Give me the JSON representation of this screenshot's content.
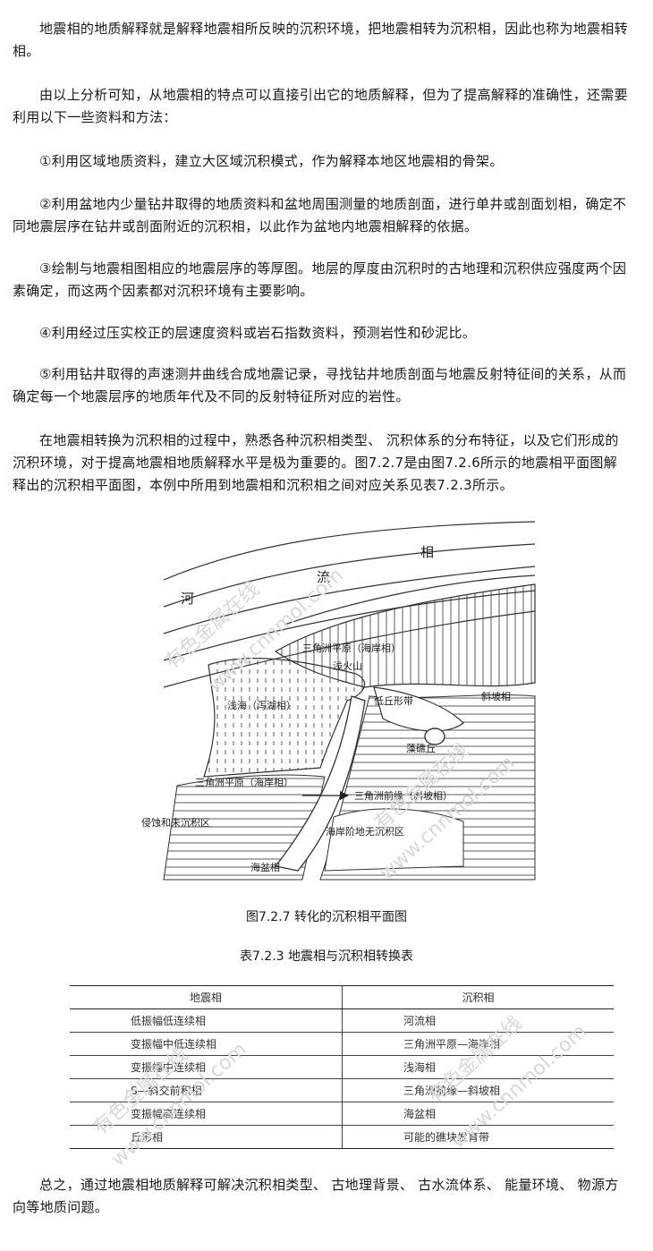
{
  "paragraphs": [
    "地震相的地质解释就是解释地震相所反映的沉积环境，把地震相转为沉积相，因此也称为地震相转相。",
    "由以上分析可知，从地震相的特点可以直接引出它的地质解释，但为了提高解释的准确性，还需要利用以下一些资料和方法：",
    "①利用区域地质资料，建立大区域沉积模式，作为解释本地区地震相的骨架。",
    "②利用盆地内少量钻井取得的地质资料和盆地周围测量的地质剖面，进行单井或剖面划相，确定不同地震层序在钻井或剖面附近的沉积相，以此作为盆地内地震相解释的依据。",
    "③绘制与地震相图相应的地震层序的等厚图。地层的厚度由沉积时的古地理和沉积供应强度两个因素确定，而这两个因素都对沉积环境有主要影响。",
    "④利用经过压实校正的层速度资料或岩石指数资料，预测岩性和砂泥比。",
    "⑤利用钻井取得的声速测井曲线合成地震记录，寻找钻井地质剖面与地震反射特征间的关系，从而确定每一个地震层序的地质年代及不同的反射特征所对应的岩性。",
    "在地震相转换为沉积相的过程中，熟悉各种沉积相类型、 沉积体系的分布特征，以及它们形成的沉积环境，对于提高地震相地质解释水平是极为重要的。图7.2.7是由图7.2.6所示的地震相平面图解释出的沉积相平面图，本例中所用到地震相和沉积相之间对应关系见表7.2.3所示。"
  ],
  "figure": {
    "caption": "图7.2.7 转化的沉积相平面图",
    "labels": {
      "he": "河",
      "liu": "流",
      "xiang": "相",
      "delta_plain_top": "三角洲平原（海岸相）",
      "volcano": "浅火山",
      "shallow_sea": "浅海（泻湖相）",
      "mound_belt": "低丘形带",
      "slope": "斜坡相",
      "reef": "藻礁丘",
      "delta_plain_bottom": "三角洲平原（海岸相）",
      "delta_front": "三角洲前缘（斜坡相）",
      "erosion": "侵蚀和未沉积区",
      "shore_terrace": "海岸阶地无沉积区",
      "basin": "海盆相"
    }
  },
  "table": {
    "caption": "表7.2.3 地震相与沉积相转换表",
    "headers": [
      "地震相",
      "沉积相"
    ],
    "rows": [
      [
        "低振幅低连续相",
        "河流相"
      ],
      [
        "变振幅中低连续相",
        "三角洲平原—海岸相"
      ],
      [
        "变振幅中连续相",
        "浅海相"
      ],
      [
        "S—斜交前积相",
        "三角洲前缘—斜坡相"
      ],
      [
        "变振幅高连续相",
        "海盆相"
      ],
      [
        "丘形相",
        "可能的礁块发育带"
      ]
    ]
  },
  "conclusion": "总之，通过地震相地质解释可解决沉积相类型、 古地理背景、 古水流体系、 能量环境、 物源方向等地质问题。",
  "watermarks": [
    "有色金属在线",
    "www.cnnmol.com"
  ]
}
